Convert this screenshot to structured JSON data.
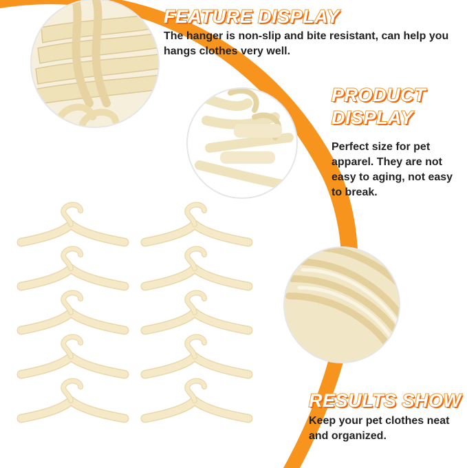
{
  "colors": {
    "accent": "#f7941e",
    "accent_dark": "#f26b0e",
    "hanger": "#f5e9c8",
    "hanger_shade": "#e8d9ad",
    "circle_border": "#e6e6e6"
  },
  "feature": {
    "title": "FEATURE DISPLAY",
    "description": "The hanger is non-slip and bite resistant, can help you hangs clothes very well."
  },
  "product": {
    "title_line1": "PRODUCT",
    "title_line2": "DISPLAY",
    "description": "Perfect size for pet apparel. They are not easy to aging, not easy to break."
  },
  "results": {
    "title": "RESULTS SHOW",
    "description": "Keep your pet clothes neat and organized."
  },
  "hanger_grid": {
    "columns": 2,
    "rows": 5
  }
}
